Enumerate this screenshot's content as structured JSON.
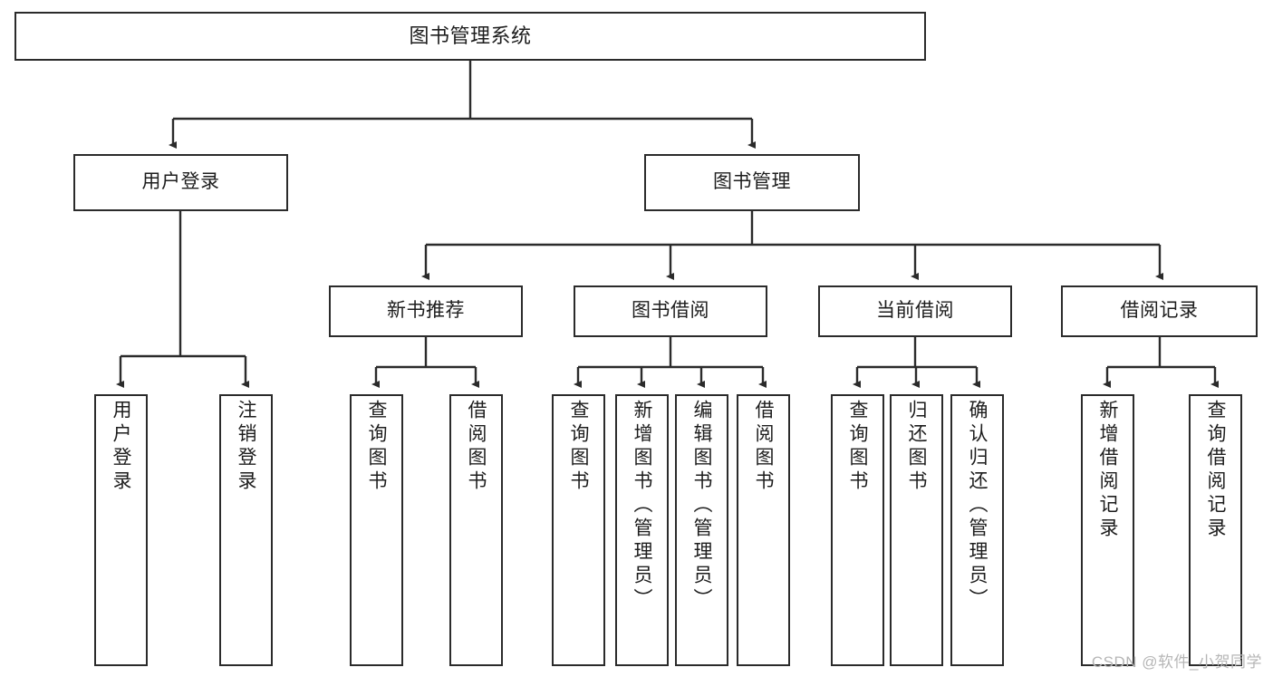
{
  "diagram": {
    "title": "图书管理系统",
    "type": "tree-flowchart",
    "colors": {
      "stroke": "#2b2b2b",
      "fill": "#ffffff",
      "text": "#1d1d1d",
      "watermark": "#b6b6b6"
    },
    "root": {
      "id": "root",
      "label": "图书管理系统"
    },
    "level1": [
      {
        "id": "n-user-login",
        "label": "用户登录"
      },
      {
        "id": "n-book-manage",
        "label": "图书管理"
      }
    ],
    "level2": [
      {
        "id": "n-new-book-rec",
        "label": "新书推荐"
      },
      {
        "id": "n-book-borrow",
        "label": "图书借阅"
      },
      {
        "id": "n-current-borrow",
        "label": "当前借阅"
      },
      {
        "id": "n-borrow-record",
        "label": "借阅记录"
      }
    ],
    "leaves": [
      {
        "id": "leaf-user-login",
        "label": "用户登录",
        "parent": "n-user-login"
      },
      {
        "id": "leaf-logout",
        "label": "注销登录",
        "parent": "n-user-login"
      },
      {
        "id": "leaf-query-book-1",
        "label": "查询图书",
        "parent": "n-new-book-rec"
      },
      {
        "id": "leaf-borrow-book-1",
        "label": "借阅图书",
        "parent": "n-new-book-rec"
      },
      {
        "id": "leaf-query-book-2",
        "label": "查询图书",
        "parent": "n-book-borrow"
      },
      {
        "id": "leaf-add-book",
        "label": "新增图书（管理员）",
        "parent": "n-book-borrow"
      },
      {
        "id": "leaf-edit-book",
        "label": "编辑图书（管理员）",
        "parent": "n-book-borrow"
      },
      {
        "id": "leaf-borrow-book-2",
        "label": "借阅图书",
        "parent": "n-book-borrow"
      },
      {
        "id": "leaf-query-book-3",
        "label": "查询图书",
        "parent": "n-current-borrow"
      },
      {
        "id": "leaf-return-book",
        "label": "归还图书",
        "parent": "n-current-borrow"
      },
      {
        "id": "leaf-confirm-return",
        "label": "确认归还（管理员）",
        "parent": "n-current-borrow"
      },
      {
        "id": "leaf-add-record",
        "label": "新增借阅记录",
        "parent": "n-borrow-record"
      },
      {
        "id": "leaf-query-record",
        "label": "查询借阅记录",
        "parent": "n-borrow-record"
      }
    ],
    "watermark": "CSDN @软件_小贺同学"
  }
}
